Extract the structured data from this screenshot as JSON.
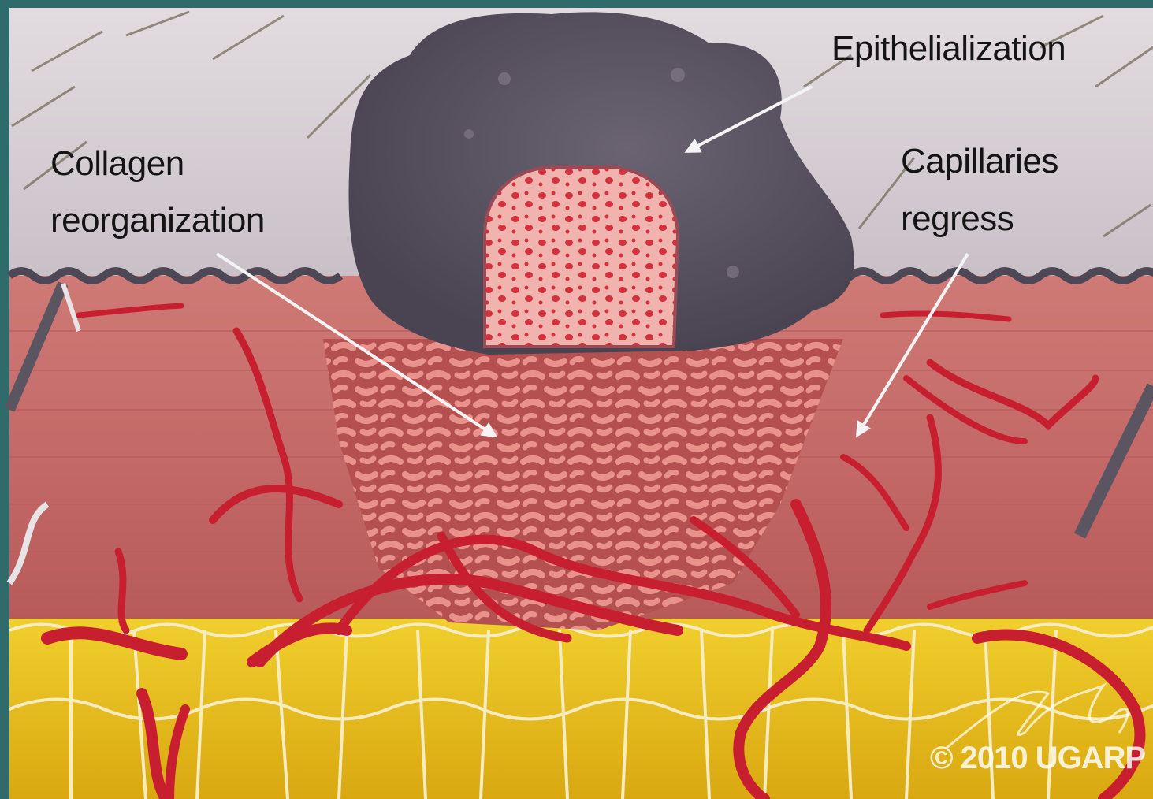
{
  "labels": {
    "epithelialization": "Epithelialization",
    "collagen_line1": "Collagen",
    "collagen_line2": "reorganization",
    "capillaries_line1": "Capillaries",
    "capillaries_line2": "regress"
  },
  "credit": "2010 UGARP",
  "colors": {
    "frame_teal": "#2f6b6b",
    "epidermis": "#d4ccd0",
    "scab": "#57505e",
    "dermis": "#c86a68",
    "fat": "#e3bd22",
    "vessel": "#c81f30",
    "arrow": "#f4f4f4"
  }
}
